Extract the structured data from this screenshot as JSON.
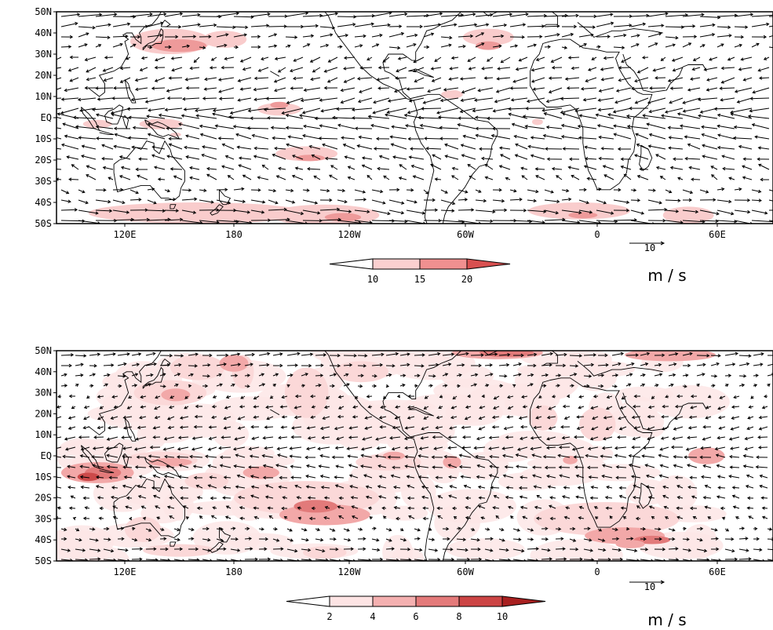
{
  "colors": {
    "background": "#ffffff",
    "fill_light": "#fde0e0",
    "fill_medium": "#f0a0a0",
    "fill_strong": "#d96060",
    "fill_darkest": "#c03838",
    "vectors": "#000000",
    "coastline": "#000000"
  },
  "panels": [
    {
      "lat_labels": [
        "50N",
        "40N",
        "30N",
        "20N",
        "10N",
        "EQ",
        "10S",
        "20S",
        "30S",
        "40S",
        "50S"
      ],
      "lon_labels": [
        "120E",
        "180",
        "120W",
        "60W",
        "0",
        "60E"
      ],
      "ref_vector_label": "10",
      "colorbar_labels": [
        "10",
        "15",
        "20"
      ],
      "colorbar_colors": [
        "#ffffff",
        "#fbd0d0",
        "#f09090",
        "#d85050"
      ],
      "units": "m / s"
    },
    {
      "lat_labels": [
        "50N",
        "40N",
        "30N",
        "20N",
        "10N",
        "EQ",
        "10S",
        "20S",
        "30S",
        "40S",
        "50S"
      ],
      "lon_labels": [
        "120E",
        "180",
        "120W",
        "60W",
        "0",
        "60E"
      ],
      "ref_vector_label": "10",
      "colorbar_labels": [
        "2",
        "4",
        "6",
        "8",
        "10"
      ],
      "colorbar_colors": [
        "#ffffff",
        "#fde4e4",
        "#f4b0b0",
        "#e47a7a",
        "#cc4444",
        "#a82020"
      ],
      "units": "m / s"
    }
  ]
}
